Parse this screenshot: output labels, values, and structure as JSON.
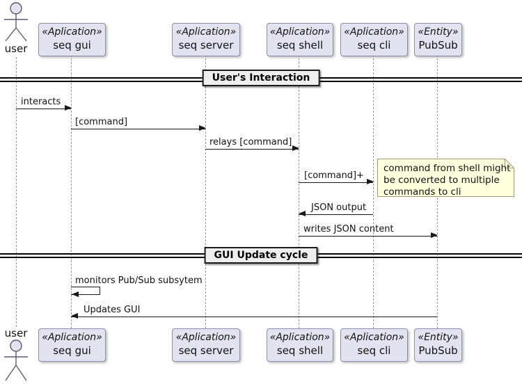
{
  "diagram": {
    "type": "uml-sequence",
    "actor": {
      "label": "user"
    },
    "participants": [
      {
        "stereotype": "«Aplication»",
        "name": "seq gui"
      },
      {
        "stereotype": "«Aplication»",
        "name": "seq server"
      },
      {
        "stereotype": "«Aplication»",
        "name": "seq shell"
      },
      {
        "stereotype": "«Aplication»",
        "name": "seq cli"
      },
      {
        "stereotype": "«Entity»",
        "name": "PubSub"
      }
    ],
    "dividers": [
      {
        "label": "User's Interaction"
      },
      {
        "label": "GUI Update cycle"
      }
    ],
    "messages": [
      {
        "label": "interacts",
        "from": "user",
        "to": "seq gui"
      },
      {
        "label": "[command]",
        "from": "seq gui",
        "to": "seq server"
      },
      {
        "label": "relays [command]",
        "from": "seq server",
        "to": "seq shell"
      },
      {
        "label": "[command]+",
        "from": "seq shell",
        "to": "seq cli"
      },
      {
        "label": "JSON output",
        "from": "seq cli",
        "to": "seq shell"
      },
      {
        "label": "writes JSON content",
        "from": "seq shell",
        "to": "PubSub"
      },
      {
        "label": "monitors Pub/Sub subsytem",
        "from": "seq gui",
        "to": "seq gui"
      },
      {
        "label": "Updates GUI",
        "from": "PubSub",
        "to": "seq gui"
      }
    ],
    "note": {
      "lines": [
        "command from shell might",
        "be converted to multiple",
        "commands to cli"
      ]
    },
    "colors": {
      "participant_fill": "#E2E2F0",
      "participant_border": "#8E8EAA",
      "note_fill": "#FEFFDD",
      "note_border": "#9B9B77",
      "divider_fill": "#EEEEEE",
      "message_line": "#181818",
      "lifeline": "#9A9A9A"
    }
  }
}
